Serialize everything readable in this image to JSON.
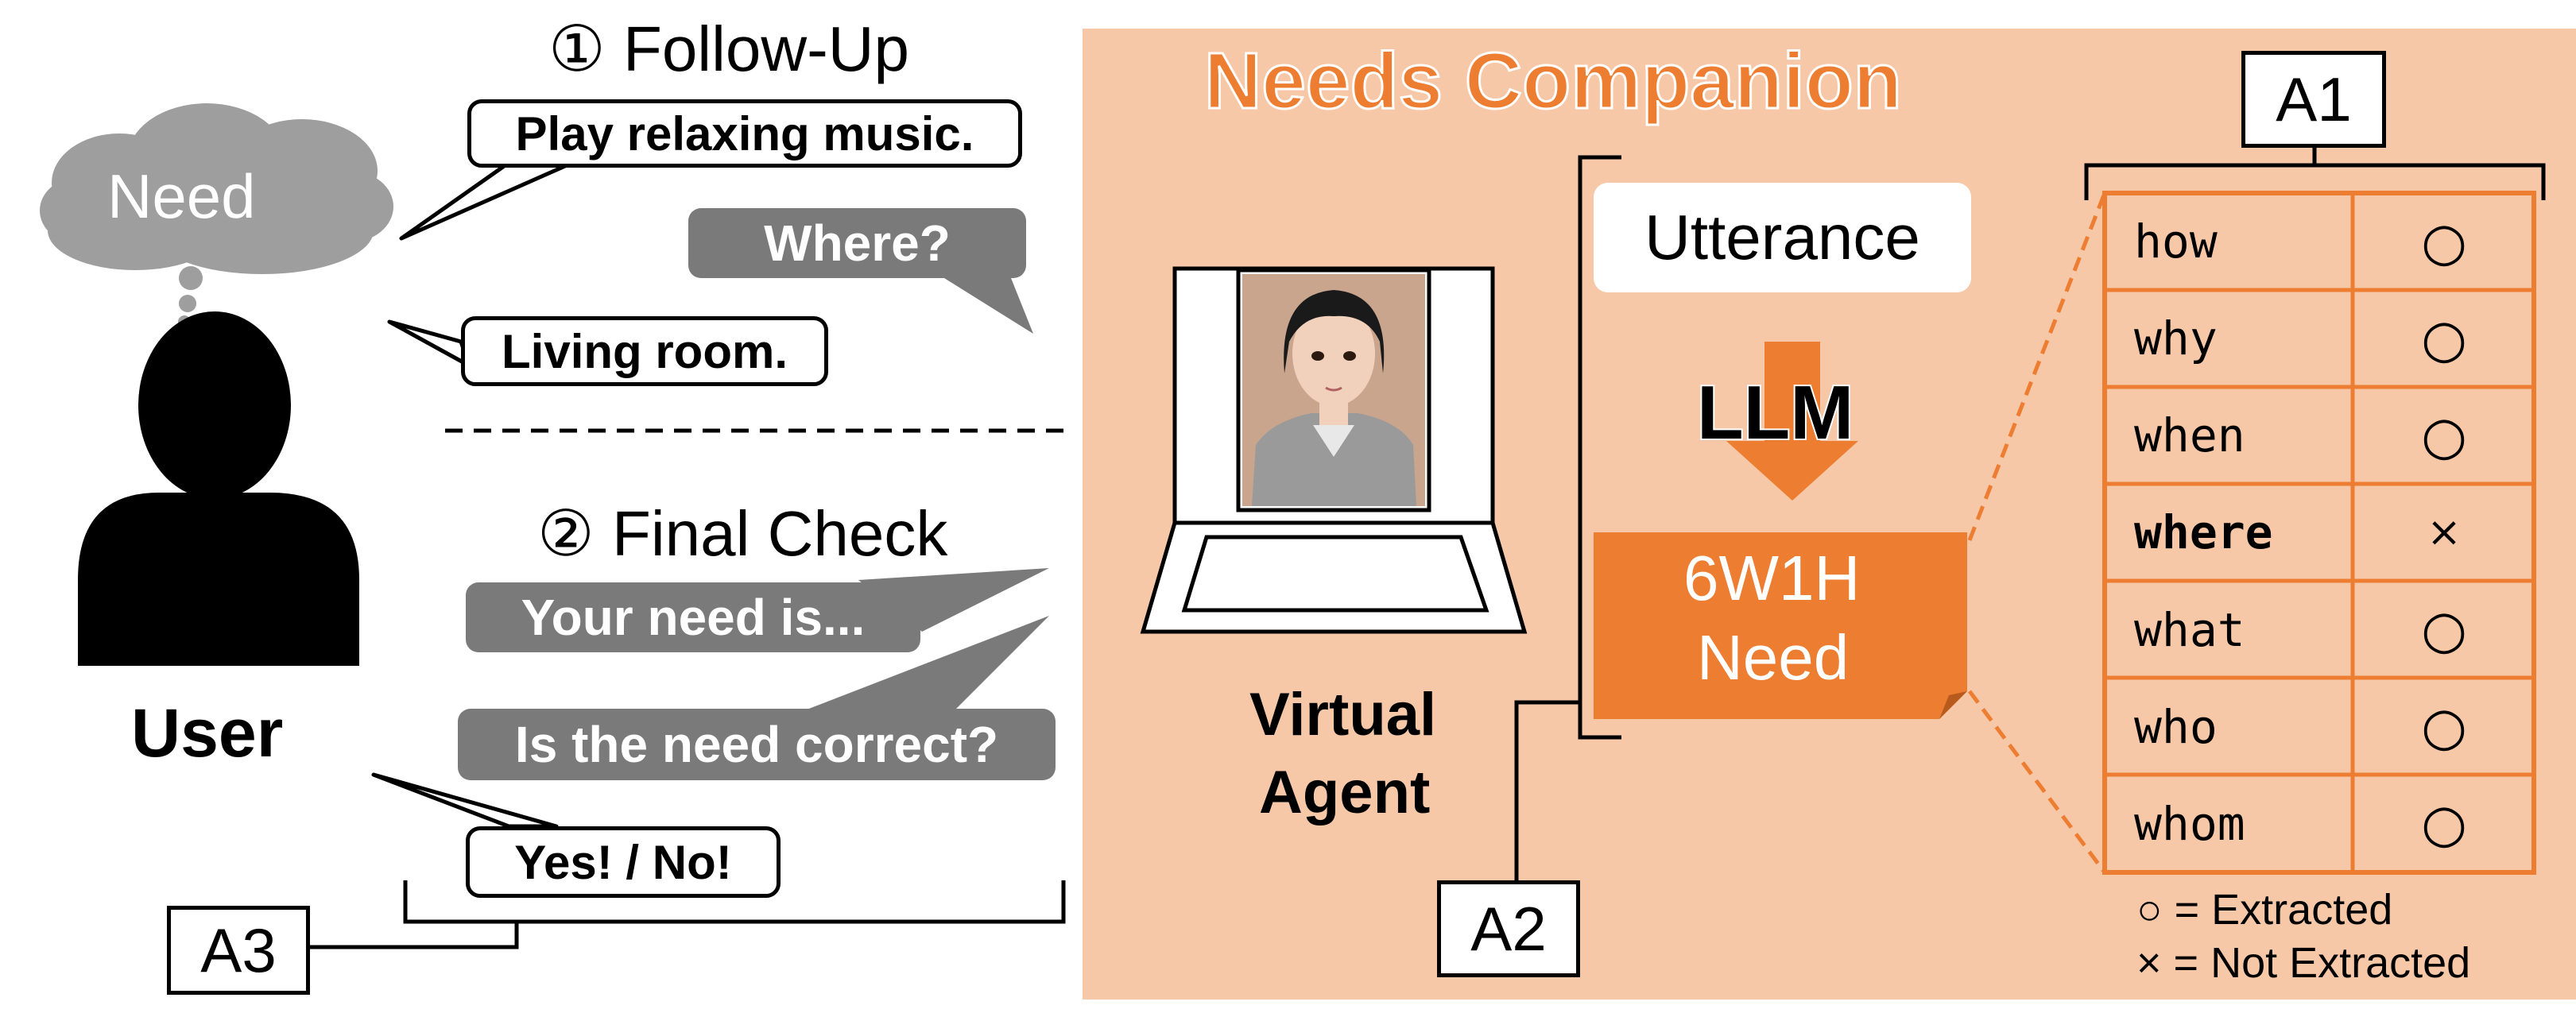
{
  "user": {
    "thought": "Need",
    "label": "User"
  },
  "follow_up": {
    "heading": "① Follow-Up",
    "user_request": "Play relaxing music.",
    "agent_question": "Where?",
    "user_answer": "Living room."
  },
  "final_check": {
    "heading": "② Final Check",
    "agent_statement": "Your need is...",
    "agent_question": "Is the need correct?",
    "user_answer": "Yes! / No!"
  },
  "companion": {
    "title": "Needs Companion",
    "agent_label_line1": "Virtual",
    "agent_label_line2": "Agent",
    "utterance": "Utterance",
    "llm": "LLM",
    "need_line1": "6W1H",
    "need_line2": "Need"
  },
  "callouts": {
    "a1": "A1",
    "a2": "A2",
    "a3": "A3"
  },
  "table": {
    "rows": [
      {
        "field": "how",
        "mark": "○",
        "bold": false
      },
      {
        "field": "why",
        "mark": "○",
        "bold": false
      },
      {
        "field": "when",
        "mark": "○",
        "bold": false
      },
      {
        "field": "where",
        "mark": "×",
        "bold": true
      },
      {
        "field": "what",
        "mark": "○",
        "bold": false
      },
      {
        "field": "who",
        "mark": "○",
        "bold": false
      },
      {
        "field": "whom",
        "mark": "○",
        "bold": false
      }
    ]
  },
  "legend": {
    "extracted": "○ = Extracted",
    "not_extracted": "× = Not Extracted"
  },
  "colors": {
    "panel": "#f7c8a8",
    "accent": "#ed7d31",
    "bubble_gray": "#7a7a7a"
  }
}
